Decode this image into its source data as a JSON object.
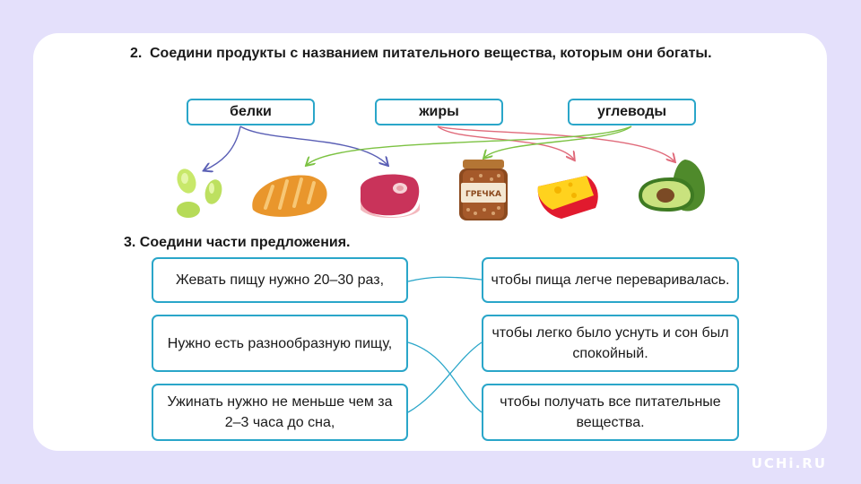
{
  "task2": {
    "number": "2.",
    "text": "Соедини продукты с названием питательного вещества, которым они богаты.",
    "nutrients": [
      "белки",
      "жиры",
      "углеводы"
    ],
    "products": [
      "beans",
      "bread",
      "meat",
      "buckwheat",
      "cheese",
      "avocado"
    ],
    "jar_label": "ГРЕЧКА"
  },
  "task3": {
    "number": "3.",
    "text": "Соедини части предложения.",
    "left": [
      "Жевать пищу нужно 20–30 раз,",
      "Нужно есть разнообразную пищу,",
      "Ужинать нужно не меньше чем за 2–3 часа до сна,"
    ],
    "right": [
      "чтобы пища легче переваривалась.",
      "чтобы легко было уснуть и сон был спокойный.",
      "чтобы получать все питательные вещества."
    ]
  },
  "colors": {
    "background": "#e4e0fb",
    "box_border": "#2aa6c9",
    "proteins_line": "#5a5fb5",
    "fats_line": "#e06a7a",
    "carbs_line": "#7cc242"
  },
  "logo": "UCHi.RU"
}
